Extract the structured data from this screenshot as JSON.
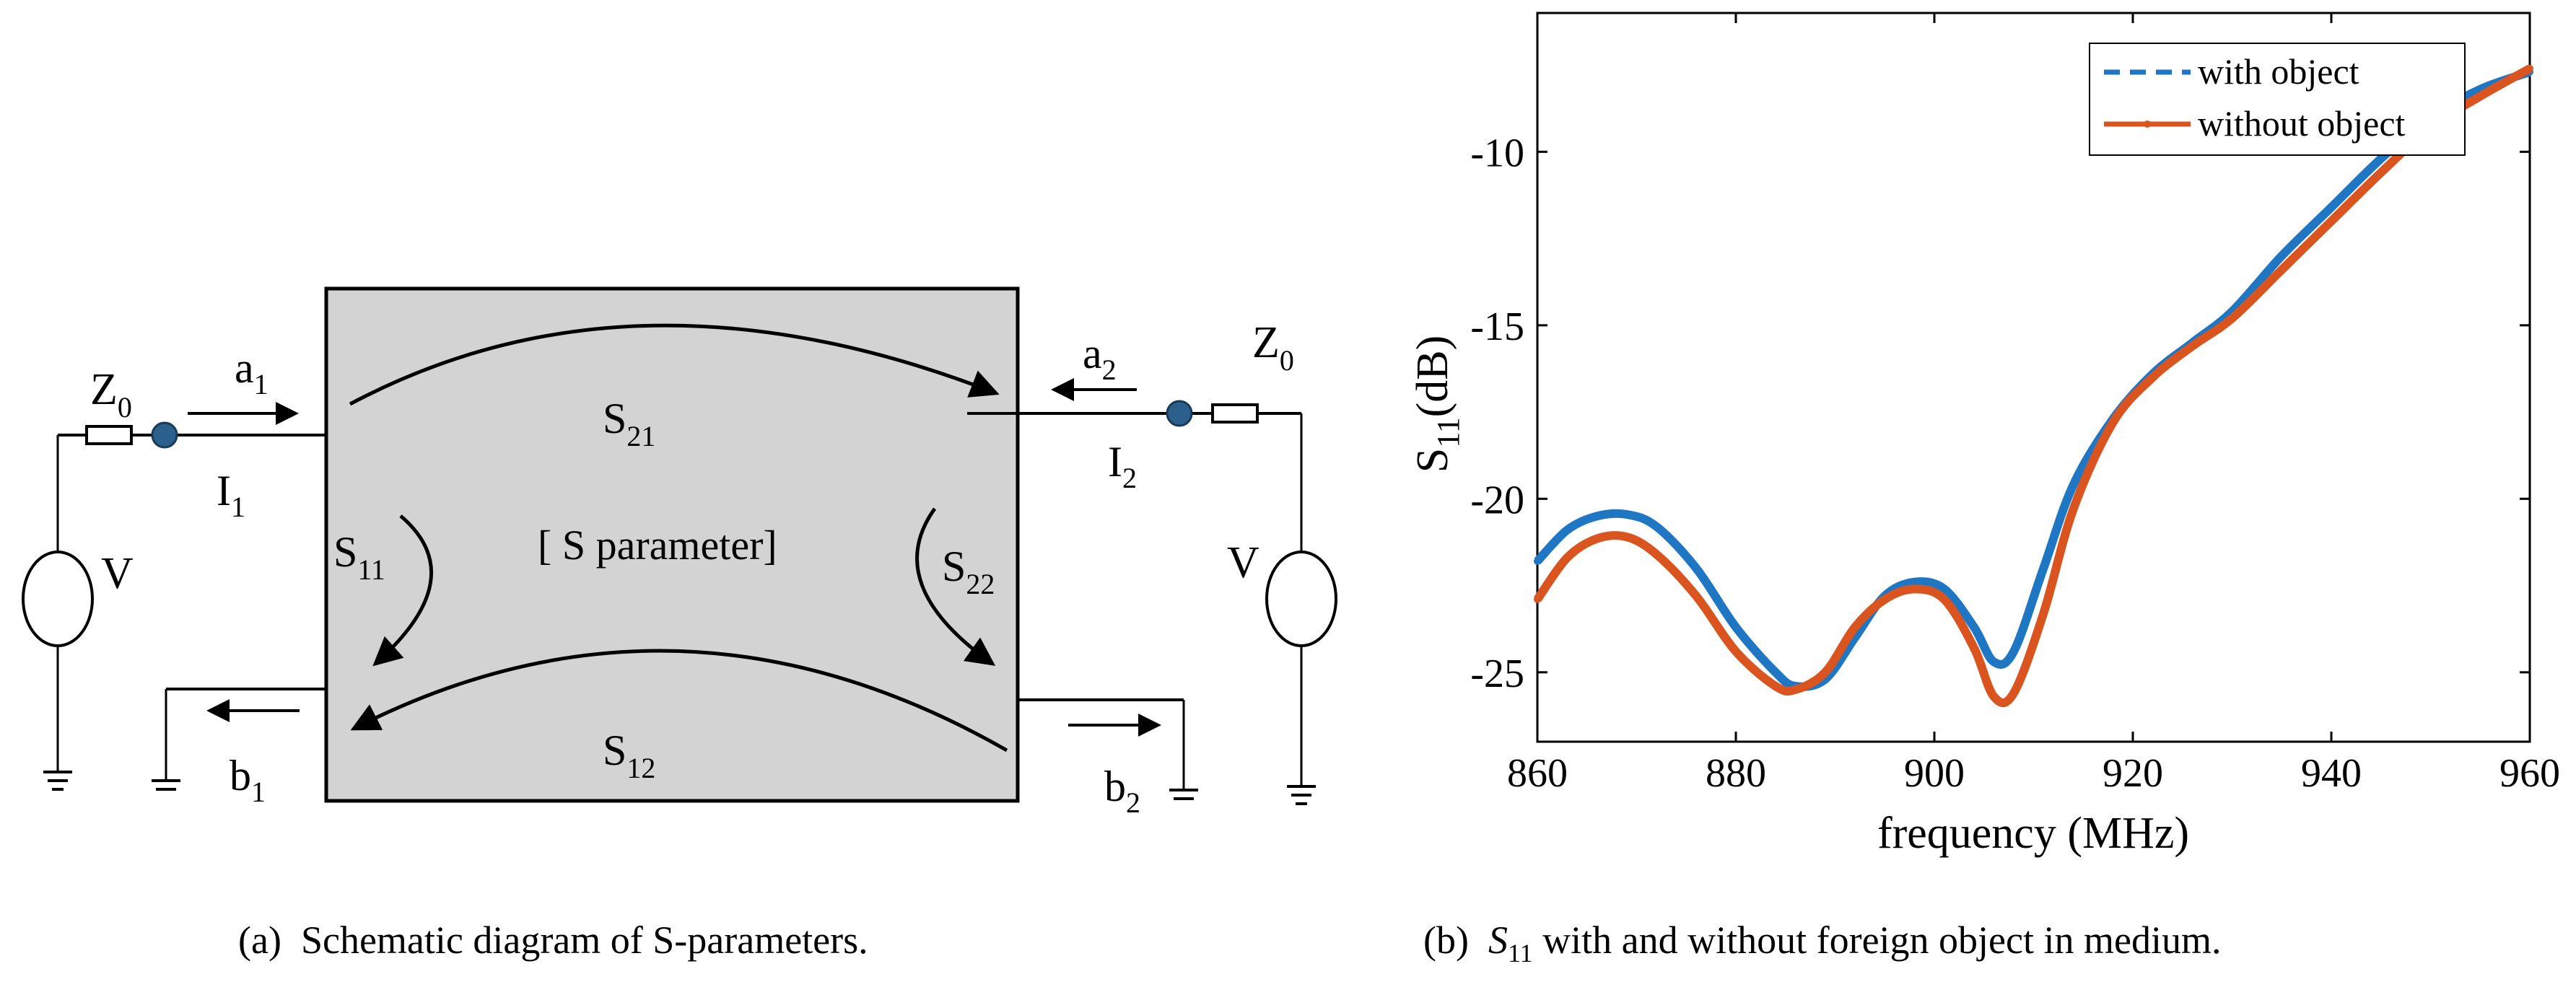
{
  "panel_a": {
    "caption_tag": "(a)",
    "caption": "Schematic diagram of S-parameters.",
    "labels": {
      "center": "[ S parameter]",
      "s21": "S",
      "s21_sub": "21",
      "s12": "S",
      "s12_sub": "12",
      "s11": "S",
      "s11_sub": "11",
      "s22": "S",
      "s22_sub": "22",
      "z0_left": "Z",
      "z0_left_sub": "0",
      "z0_right": "Z",
      "z0_right_sub": "0",
      "a1": "a",
      "a1_sub": "1",
      "a2": "a",
      "a2_sub": "2",
      "b1": "b",
      "b1_sub": "1",
      "b2": "b",
      "b2_sub": "2",
      "i1": "I",
      "i1_sub": "1",
      "i2": "I",
      "i2_sub": "2",
      "v_left": "V",
      "v_right": "V"
    },
    "colors": {
      "box_fill": "#d3d3d3",
      "node": "#2b5f8c"
    }
  },
  "panel_b": {
    "caption_tag": "(b)",
    "caption_symbol": "S",
    "caption_symbol_sub": "11",
    "caption_rest": "with and without foreign object in medium."
  },
  "chart_data": {
    "type": "line",
    "title": "",
    "xlabel": "frequency (MHz)",
    "ylabel": "S",
    "ylabel_sub": "11",
    "ylabel_unit": "(dB)",
    "xlim": [
      860,
      960
    ],
    "ylim": [
      -27,
      -6
    ],
    "xticks": [
      860,
      880,
      900,
      920,
      940,
      960
    ],
    "yticks": [
      -10,
      -15,
      -20,
      -25
    ],
    "xtick_labels": [
      "860",
      "880",
      "900",
      "920",
      "940",
      "960"
    ],
    "ytick_labels": [
      "-10",
      "-15",
      "-20",
      "-25"
    ],
    "grid": false,
    "legend": "top-right",
    "series": [
      {
        "name": "with object",
        "color": "#1f77c4",
        "style": "dashed-plus",
        "x": [
          860,
          863,
          866,
          869,
          872,
          876,
          880,
          884,
          886,
          889,
          892,
          895,
          898,
          901,
          904,
          906,
          908,
          911,
          914,
          918,
          922,
          926,
          930,
          935,
          940,
          945,
          950,
          955,
          960
        ],
        "y": [
          -21.8,
          -20.9,
          -20.5,
          -20.45,
          -20.8,
          -22.0,
          -23.7,
          -25.0,
          -25.4,
          -25.2,
          -24.0,
          -22.8,
          -22.4,
          -22.6,
          -23.7,
          -24.7,
          -24.4,
          -22.0,
          -19.6,
          -17.7,
          -16.4,
          -15.5,
          -14.6,
          -13.0,
          -11.6,
          -10.2,
          -9.0,
          -8.2,
          -7.7
        ]
      },
      {
        "name": "without object",
        "color": "#d9541e",
        "style": "solid-dot",
        "x": [
          860,
          863,
          866,
          869,
          872,
          876,
          880,
          884,
          886,
          889,
          892,
          895,
          898,
          901,
          904,
          906,
          908,
          911,
          914,
          918,
          922,
          926,
          930,
          935,
          940,
          945,
          950,
          955,
          960
        ],
        "y": [
          -22.9,
          -21.7,
          -21.15,
          -21.1,
          -21.6,
          -22.8,
          -24.4,
          -25.4,
          -25.5,
          -25.0,
          -23.7,
          -22.9,
          -22.6,
          -22.9,
          -24.3,
          -25.7,
          -25.6,
          -23.3,
          -20.3,
          -17.8,
          -16.5,
          -15.6,
          -14.8,
          -13.4,
          -12.0,
          -10.6,
          -9.3,
          -8.4,
          -7.6
        ]
      }
    ]
  }
}
